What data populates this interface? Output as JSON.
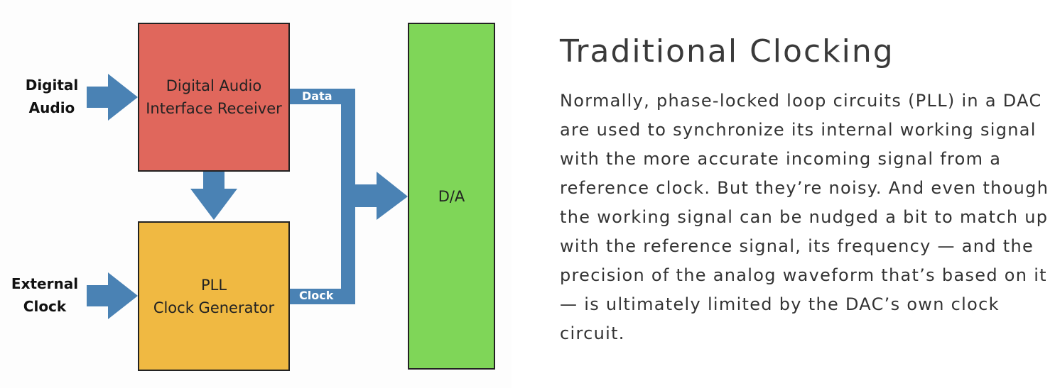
{
  "diagram": {
    "inputs": {
      "digital_audio": [
        "Digital",
        "Audio"
      ],
      "external_clock": [
        "External",
        "Clock"
      ]
    },
    "receiver_box": {
      "lines": [
        "Digital Audio",
        "Interface Receiver"
      ],
      "color": "#e0675c"
    },
    "pll_box": {
      "lines": [
        "PLL",
        "Clock Generator"
      ],
      "color": "#f0b942"
    },
    "da_box": {
      "label": "D/A",
      "color": "#7fd658"
    },
    "wire_labels": {
      "data": "Data",
      "clock": "Clock"
    },
    "arrow_color": "#4a82b4"
  },
  "text": {
    "title": "Traditional Clocking",
    "body": "Normally, phase-locked loop circuits (PLL) in a DAC are used to synchronize its internal working signal with the more accurate incoming signal from a reference clock. But they’re noisy. And even though the working signal can be nudged a bit to match up with the reference signal, its frequency — and the precision of the analog waveform that’s based on it — is ultimately limited by the DAC’s own clock circuit."
  }
}
